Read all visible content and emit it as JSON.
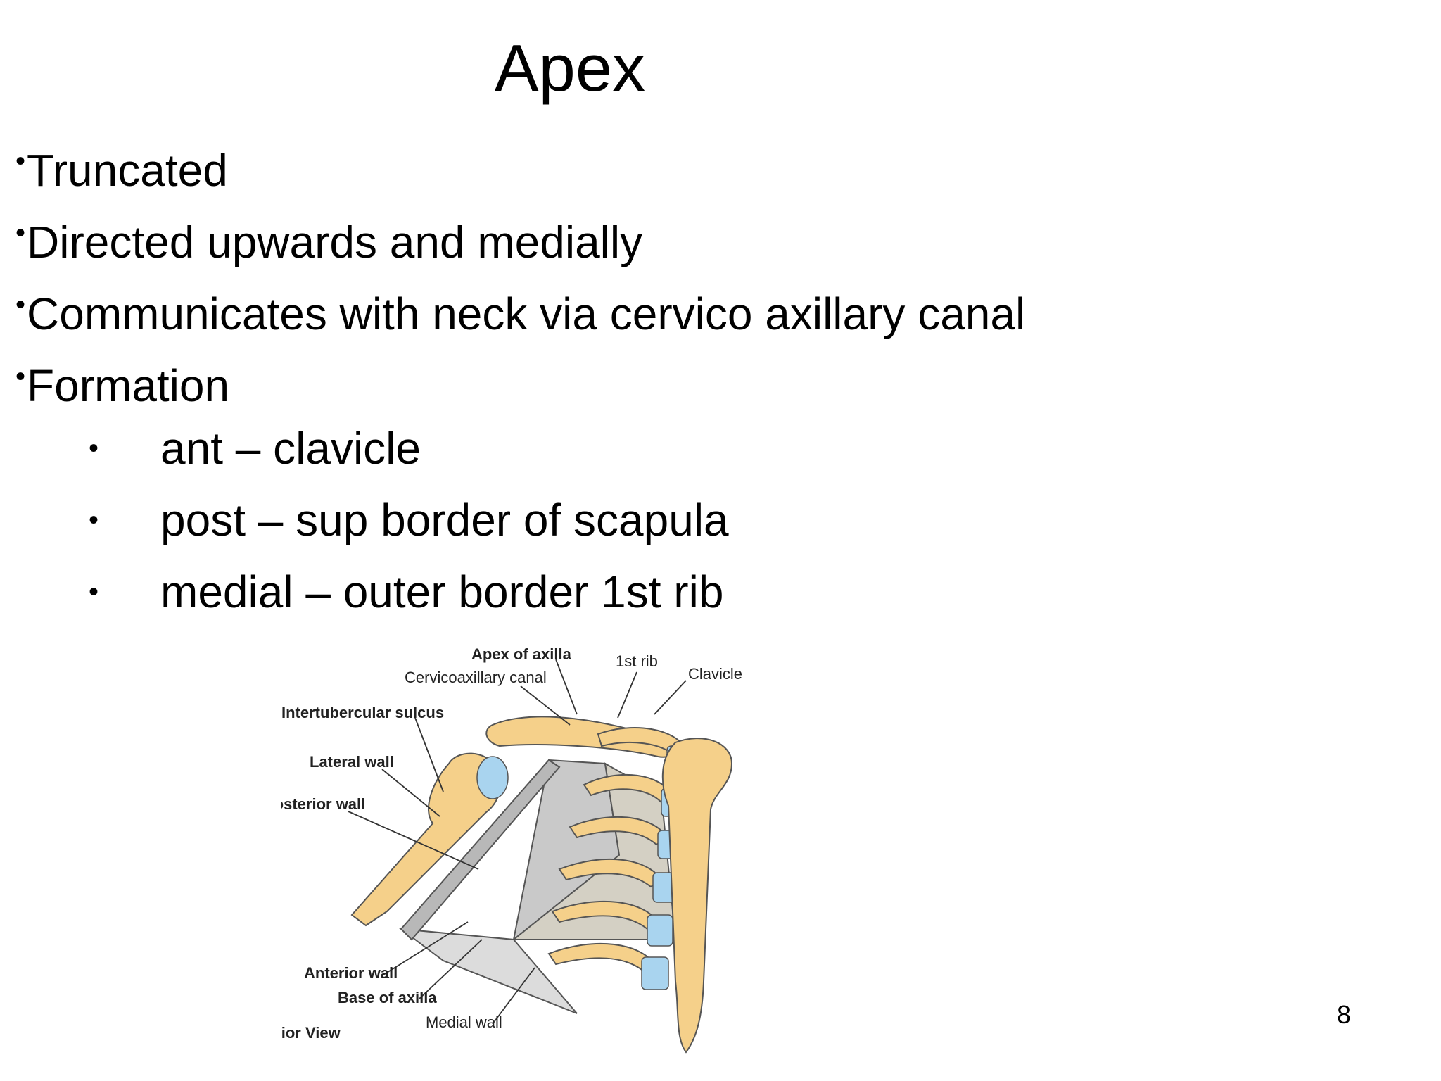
{
  "slide": {
    "title": "Apex",
    "bullets": [
      "Truncated",
      "Directed upwards and medially",
      "Communicates with neck via cervico axillary canal",
      "Formation"
    ],
    "bullet_char": "•",
    "sub_bullets": [
      "ant – clavicle",
      "post – sup border of scapula",
      "medial – outer border 1st rib"
    ],
    "page_number": "8"
  },
  "figure": {
    "labels": {
      "apex": "Apex of axilla",
      "rib": "1st rib",
      "clavicle": "Clavicle",
      "canal": "Cervicoaxillary canal",
      "sulcus": "Intertubercular sulcus",
      "lateral": "Lateral wall",
      "posterior": "Posterior wall",
      "anterior": "Anterior wall",
      "base": "Base of axilla",
      "medial": "Medial wall",
      "caption": "B. Anterior View"
    },
    "colors": {
      "bone": "#f5d08a",
      "cartilage": "#a9d4ef",
      "wall": "#c8c8c8",
      "line": "#333333"
    }
  }
}
